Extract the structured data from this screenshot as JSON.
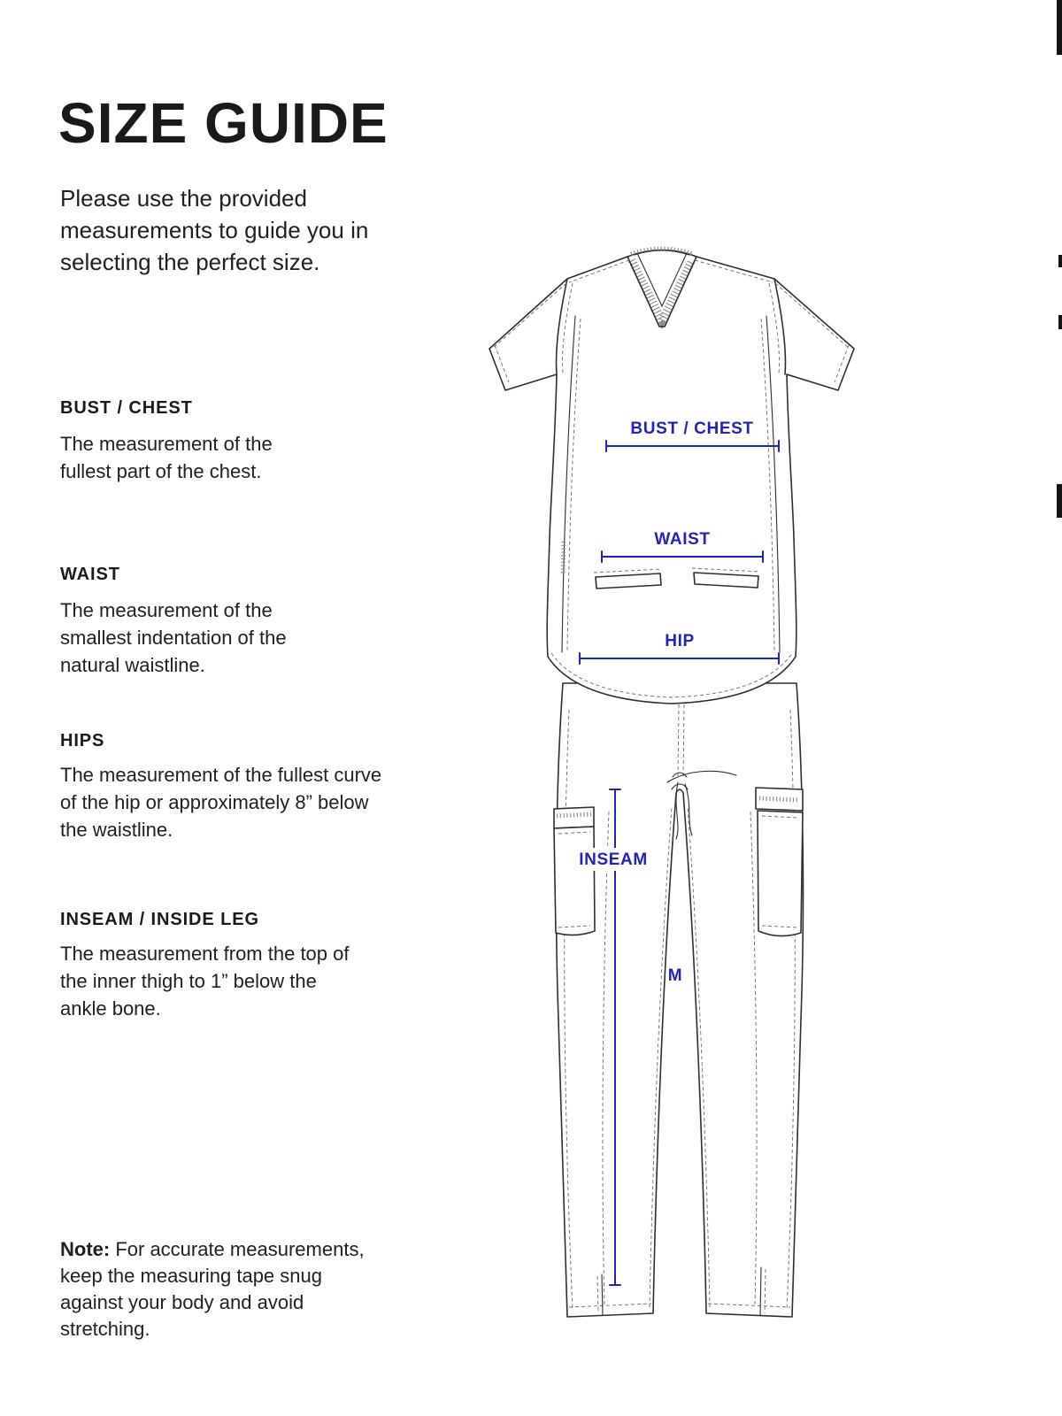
{
  "page": {
    "title": "SIZE GUIDE",
    "intro": "Please use the provided measurements to guide you in selecting the perfect size."
  },
  "sections": [
    {
      "heading": "BUST / CHEST",
      "body": "The measurement of the fullest part of the chest."
    },
    {
      "heading": "WAIST",
      "body": "The measurement of the smallest indentation of the natural waistline."
    },
    {
      "heading": "HIPS",
      "body": "The measurement of the fullest curve of the hip or approximately 8” below the waistline."
    },
    {
      "heading": "INSEAM / INSIDE LEG",
      "body": "The measurement from the top of the inner thigh to 1” below the ankle bone."
    }
  ],
  "note": {
    "label": "Note:",
    "body": " For accurate measurements, keep the measuring tape snug against your body and avoid stretching."
  },
  "diagram": {
    "labels": {
      "bust": "BUST / CHEST",
      "waist": "WAIST",
      "hip": "HIP",
      "inseam": "INSEAM",
      "size_marker": "M"
    }
  },
  "colors": {
    "accent_blue": "#2222bd",
    "line_art": "#2e2e2e",
    "text": "#1e1e1e",
    "background": "#ffffff"
  }
}
